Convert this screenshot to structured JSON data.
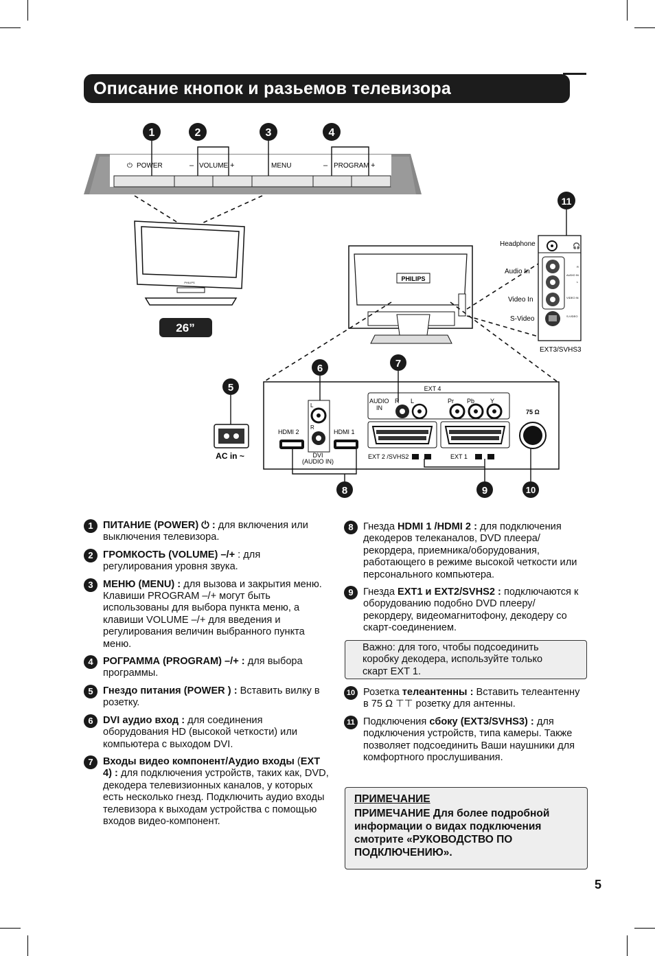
{
  "page": {
    "title": "Описание кнопок и разьемов телевизора",
    "page_number": "5"
  },
  "panel": {
    "power": "POWER",
    "volume": "VOLUME",
    "menu": "MENU",
    "program": "PROGRAM",
    "minus": "–",
    "plus": "+",
    "power_glyph": "⏻"
  },
  "tv": {
    "size_badge": "26”",
    "brand_front": "PHILIPS",
    "brand_back": "PHILIPS"
  },
  "side_panel": {
    "headphone": "Headphone",
    "audio_in": "Audio In",
    "video_in": "Video In",
    "s_video": "S-Video",
    "ext": "EXT3/SVHS3",
    "tiny_audio": "AUDIO IN",
    "tiny_r": "R",
    "tiny_l": "L",
    "tiny_video": "VIDEO IN",
    "tiny_svideo": "S-VIDEO"
  },
  "rear_panel": {
    "ext4": "EXT 4",
    "audio_in": "AUDIO",
    "audio_in2": "IN",
    "r": "R",
    "l": "L",
    "pr": "Pr",
    "pb": "Pb",
    "y": "Y",
    "hdmi2": "HDMI 2",
    "hdmi1": "HDMI 1",
    "dvi": "DVI",
    "dvi_sub": "(AUDIO IN)",
    "dvi_l": "L",
    "dvi_r": "R",
    "ext2": "EXT 2 /SVHS2",
    "ext1": "EXT 1",
    "antenna": "75 Ω",
    "ac_in": "AC in ~"
  },
  "callouts": [
    "1",
    "2",
    "3",
    "4",
    "5",
    "6",
    "7",
    "8",
    "9",
    "10",
    "11"
  ],
  "left_items": [
    {
      "n": "1",
      "bold": "ПИТАНИЕ (POWER) ⏻ :",
      "text": " для включения или выключения телевизора."
    },
    {
      "n": "2",
      "bold": "ГРОМКОСТЬ (VOLUME) –/+",
      "text": " : для регулирования уровня звука."
    },
    {
      "n": "3",
      "bold": "МЕНЮ (MENU) :",
      "text": " для вызова и закрытия меню. Клавиши PROGRAM –/+ могут быть использованы для выбора пункта меню, а клавиши VOLUME –/+ для введения и регулирования  величин выбранного пункта меню."
    },
    {
      "n": "4",
      "bold": "РОГРАММА (PROGRAM) –/+ :",
      "text": " для выбора программы."
    },
    {
      "n": "5",
      "bold": "Гнездо питания (POWER ) :",
      "text": " Вставить вилку в розетку."
    },
    {
      "n": "6",
      "bold": "DVI аудио вход :",
      "text": " для соединения оборудования HD (высокой четкости) или компьютера с выходом DVI."
    },
    {
      "n": "7",
      "bold": "Входы видео компонент/Аудио входы",
      "text": " (",
      "bold2": "EXT 4) :",
      "text2": " для подключения устройств, таких как, DVD, декодера телевизионных каналов, у которых есть несколько гнезд. Подключить аудио входы телевизора к выходам устройства с помощью входов видео-компонент."
    }
  ],
  "right_items": [
    {
      "n": "8",
      "pre": "Гнезда ",
      "bold": "HDMI 1 /HDMI 2 :",
      "text": " для подключения декодеров телеканалов, DVD плеера/ рекордера, приемника/оборудования, работающего в режиме высокой четкости или персонального компьютера."
    },
    {
      "n": "9",
      "pre": "Гнезда ",
      "bold": "EXT1 и EXT2/SVHS2 :",
      "text": " подключаются к оборудованию подобно DVD плееру/ рекордеру, видеомагнитофону, декодеру со скарт-соединением."
    },
    {
      "n": "10",
      "pre": "Розетка ",
      "bold": "телеантенны :",
      "text": " Вставить телеантенну в 75 Ω ⊤⊤ розетку для антенны."
    },
    {
      "n": "11",
      "pre": "Подключения ",
      "bold": "сбоку (EXT3/SVHS3) :",
      "text": " для подключения устройств, типа камеры. Также позволяет подсоединить Ваши наушники  для комфортного прослушивания."
    }
  ],
  "important_note": "Важно: для того, чтобы подсоединить коробку декодера, используйте только скарт EXT 1.",
  "note": {
    "heading": "ПРИМЕЧАНИЕ",
    "text": "ПРИМЕЧАНИЕ Для более подробной информации о видах подключения смотрите «РУКОВОДСТВО ПО ПОДКЛЮЧЕНИЮ»."
  }
}
